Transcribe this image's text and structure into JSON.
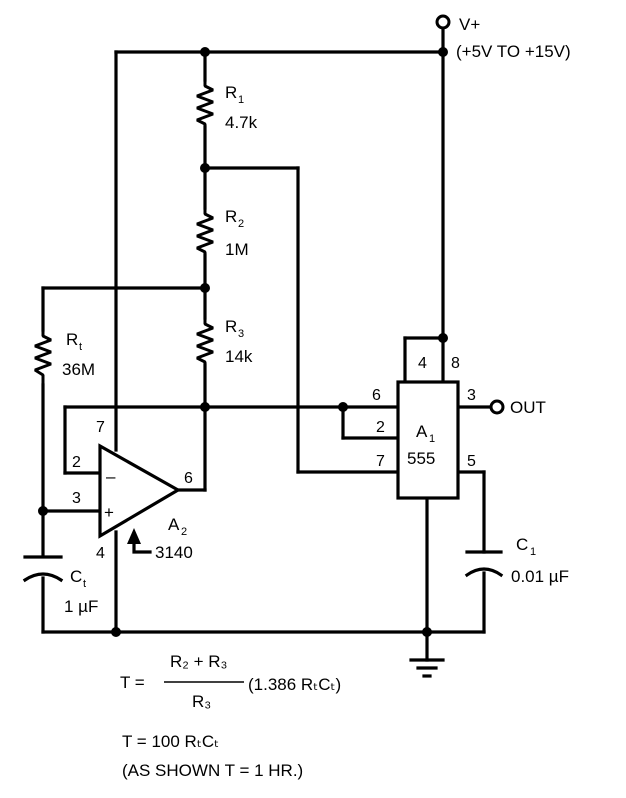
{
  "supply": {
    "label": "V+",
    "range": "(+5V TO +15V)"
  },
  "components": {
    "r1_top": {
      "name": "R",
      "sub": "1",
      "value": "4.7k"
    },
    "r2": {
      "name": "R",
      "sub": "2",
      "value": "1M"
    },
    "r3": {
      "name": "R",
      "sub": "3",
      "value": "14k"
    },
    "rt": {
      "name": "R",
      "sub": "t",
      "value": "36M"
    },
    "ct": {
      "name": "C",
      "sub": "t",
      "value": "1 µF"
    },
    "c1": {
      "name": "C",
      "sub": "1",
      "value": "0.01 µF"
    },
    "a1": {
      "name": "A",
      "sub": "1",
      "part": "555"
    },
    "a2": {
      "name": "A",
      "sub": "2",
      "part": "3140"
    }
  },
  "pins": {
    "a1": {
      "p4": "4",
      "p8": "8",
      "p6": "6",
      "p3": "3",
      "p2": "2",
      "p7": "7",
      "p5": "5"
    },
    "a2": {
      "p7": "7",
      "p2": "2",
      "p3": "3",
      "p6": "6",
      "p4": "4",
      "minus": "–",
      "plus": "+"
    }
  },
  "output": {
    "label": "OUT"
  },
  "equations": {
    "t_label": "T =",
    "numerator": "R₂ + R₃",
    "denominator": "R₃",
    "factor": "(1.386 RₜCₜ)",
    "simplified": "T = 100 RₜCₜ",
    "note": "(AS SHOWN T = 1 HR.)"
  }
}
